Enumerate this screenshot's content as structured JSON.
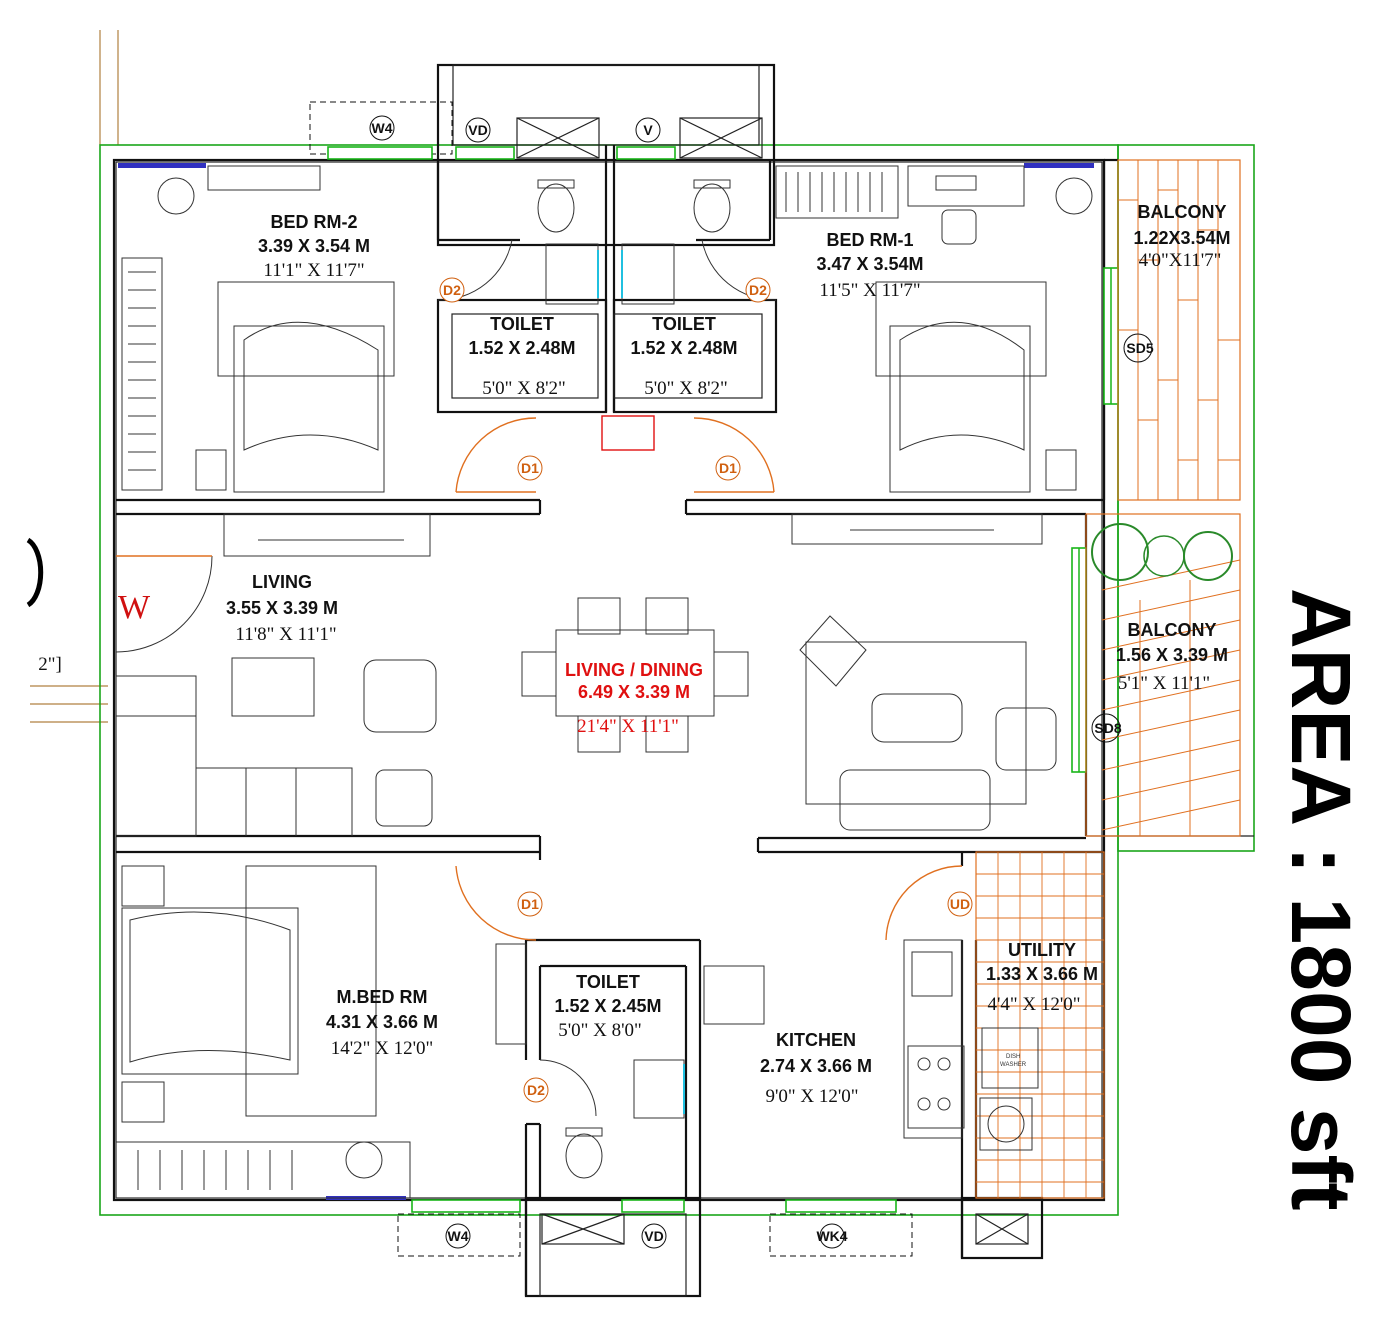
{
  "rooms": {
    "bed2": {
      "name": "BED RM-2",
      "metric": "3.39 X 3.54 M",
      "imperial": "11'1\" X 11'7\""
    },
    "bed1": {
      "name": "BED RM-1",
      "metric": "3.47 X 3.54M",
      "imperial": "11'5\" X 11'7\""
    },
    "balcony1": {
      "name": "BALCONY",
      "metric": "1.22X3.54M",
      "imperial": "4'0\"X11'7\""
    },
    "toilet_left": {
      "name": "TOILET",
      "metric": "1.52 X 2.48M",
      "imperial": "5'0\" X 8'2\""
    },
    "toilet_right": {
      "name": "TOILET",
      "metric": "1.52 X 2.48M",
      "imperial": "5'0\" X 8'2\""
    },
    "living": {
      "name": "LIVING",
      "metric": "3.55 X 3.39 M",
      "imperial": "11'8\" X 11'1\""
    },
    "living_dining": {
      "name": "LIVING / DINING",
      "metric": "6.49 X 3.39 M",
      "imperial": "21'4\" X 11'1\""
    },
    "balcony2": {
      "name": "BALCONY",
      "metric": "1.56 X 3.39 M",
      "imperial": "5'1\" X 11'1\""
    },
    "mbed": {
      "name": "M.BED RM",
      "metric": "4.31 X 3.66 M",
      "imperial": "14'2\" X 12'0\""
    },
    "toilet_master": {
      "name": "TOILET",
      "metric": "1.52 X 2.45M",
      "imperial": "5'0\" X 8'0\""
    },
    "kitchen": {
      "name": "KITCHEN",
      "metric": "2.74 X 3.66 M",
      "imperial": "9'0\" X 12'0\""
    },
    "utility": {
      "name": "UTILITY",
      "metric": "1.33 X 3.66 M",
      "imperial": "4'4\" X 12'0\""
    }
  },
  "tags": {
    "w4_top": "W4",
    "vd_top": "VD",
    "v_top": "V",
    "d2_left": "D2",
    "d2_right": "D2",
    "d1_left": "D1",
    "d1_right": "D1",
    "sd5": "SD5",
    "sd8": "SD8",
    "d1_master": "D1",
    "ud": "UD",
    "d2_master": "D2",
    "w4_bottom": "W4",
    "vd_bottom": "VD",
    "wk4": "WK4"
  },
  "west_marker": "W",
  "left_cut_text": "2\"]",
  "appliance_text": {
    "dish": "DISH",
    "washer": "WASHER"
  },
  "area_label": "AREA : 1800 sft",
  "colors": {
    "walls": "#111111",
    "outline_green": "#1aa61a",
    "doors_orange": "#e07020",
    "highlight_red": "#e01010",
    "tag_orange": "#d06010"
  }
}
